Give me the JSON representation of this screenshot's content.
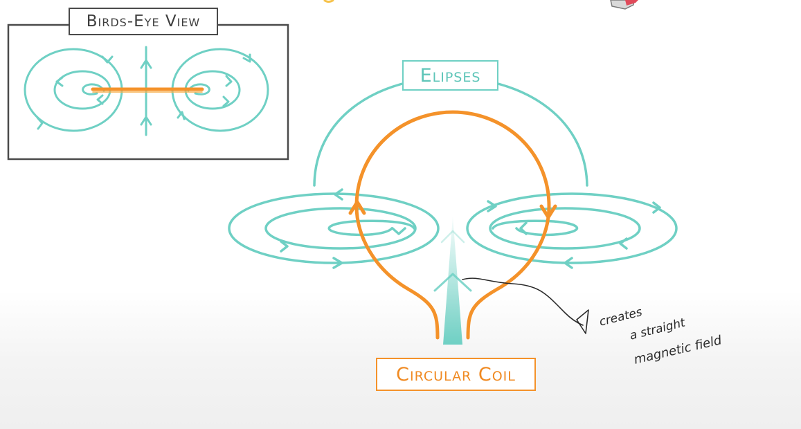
{
  "labels": {
    "birds_eye": "Birds-Eye View",
    "elipses": "Elipses",
    "coil": "Circular Coil"
  },
  "annotation": {
    "line1": "creates",
    "line2": "a straight",
    "line3": "magnetic field"
  },
  "colors": {
    "field_lines": "#6fd0c4",
    "coil": "#f4922a",
    "frame": "#4a4a4a",
    "ink": "#2a2a2a"
  }
}
